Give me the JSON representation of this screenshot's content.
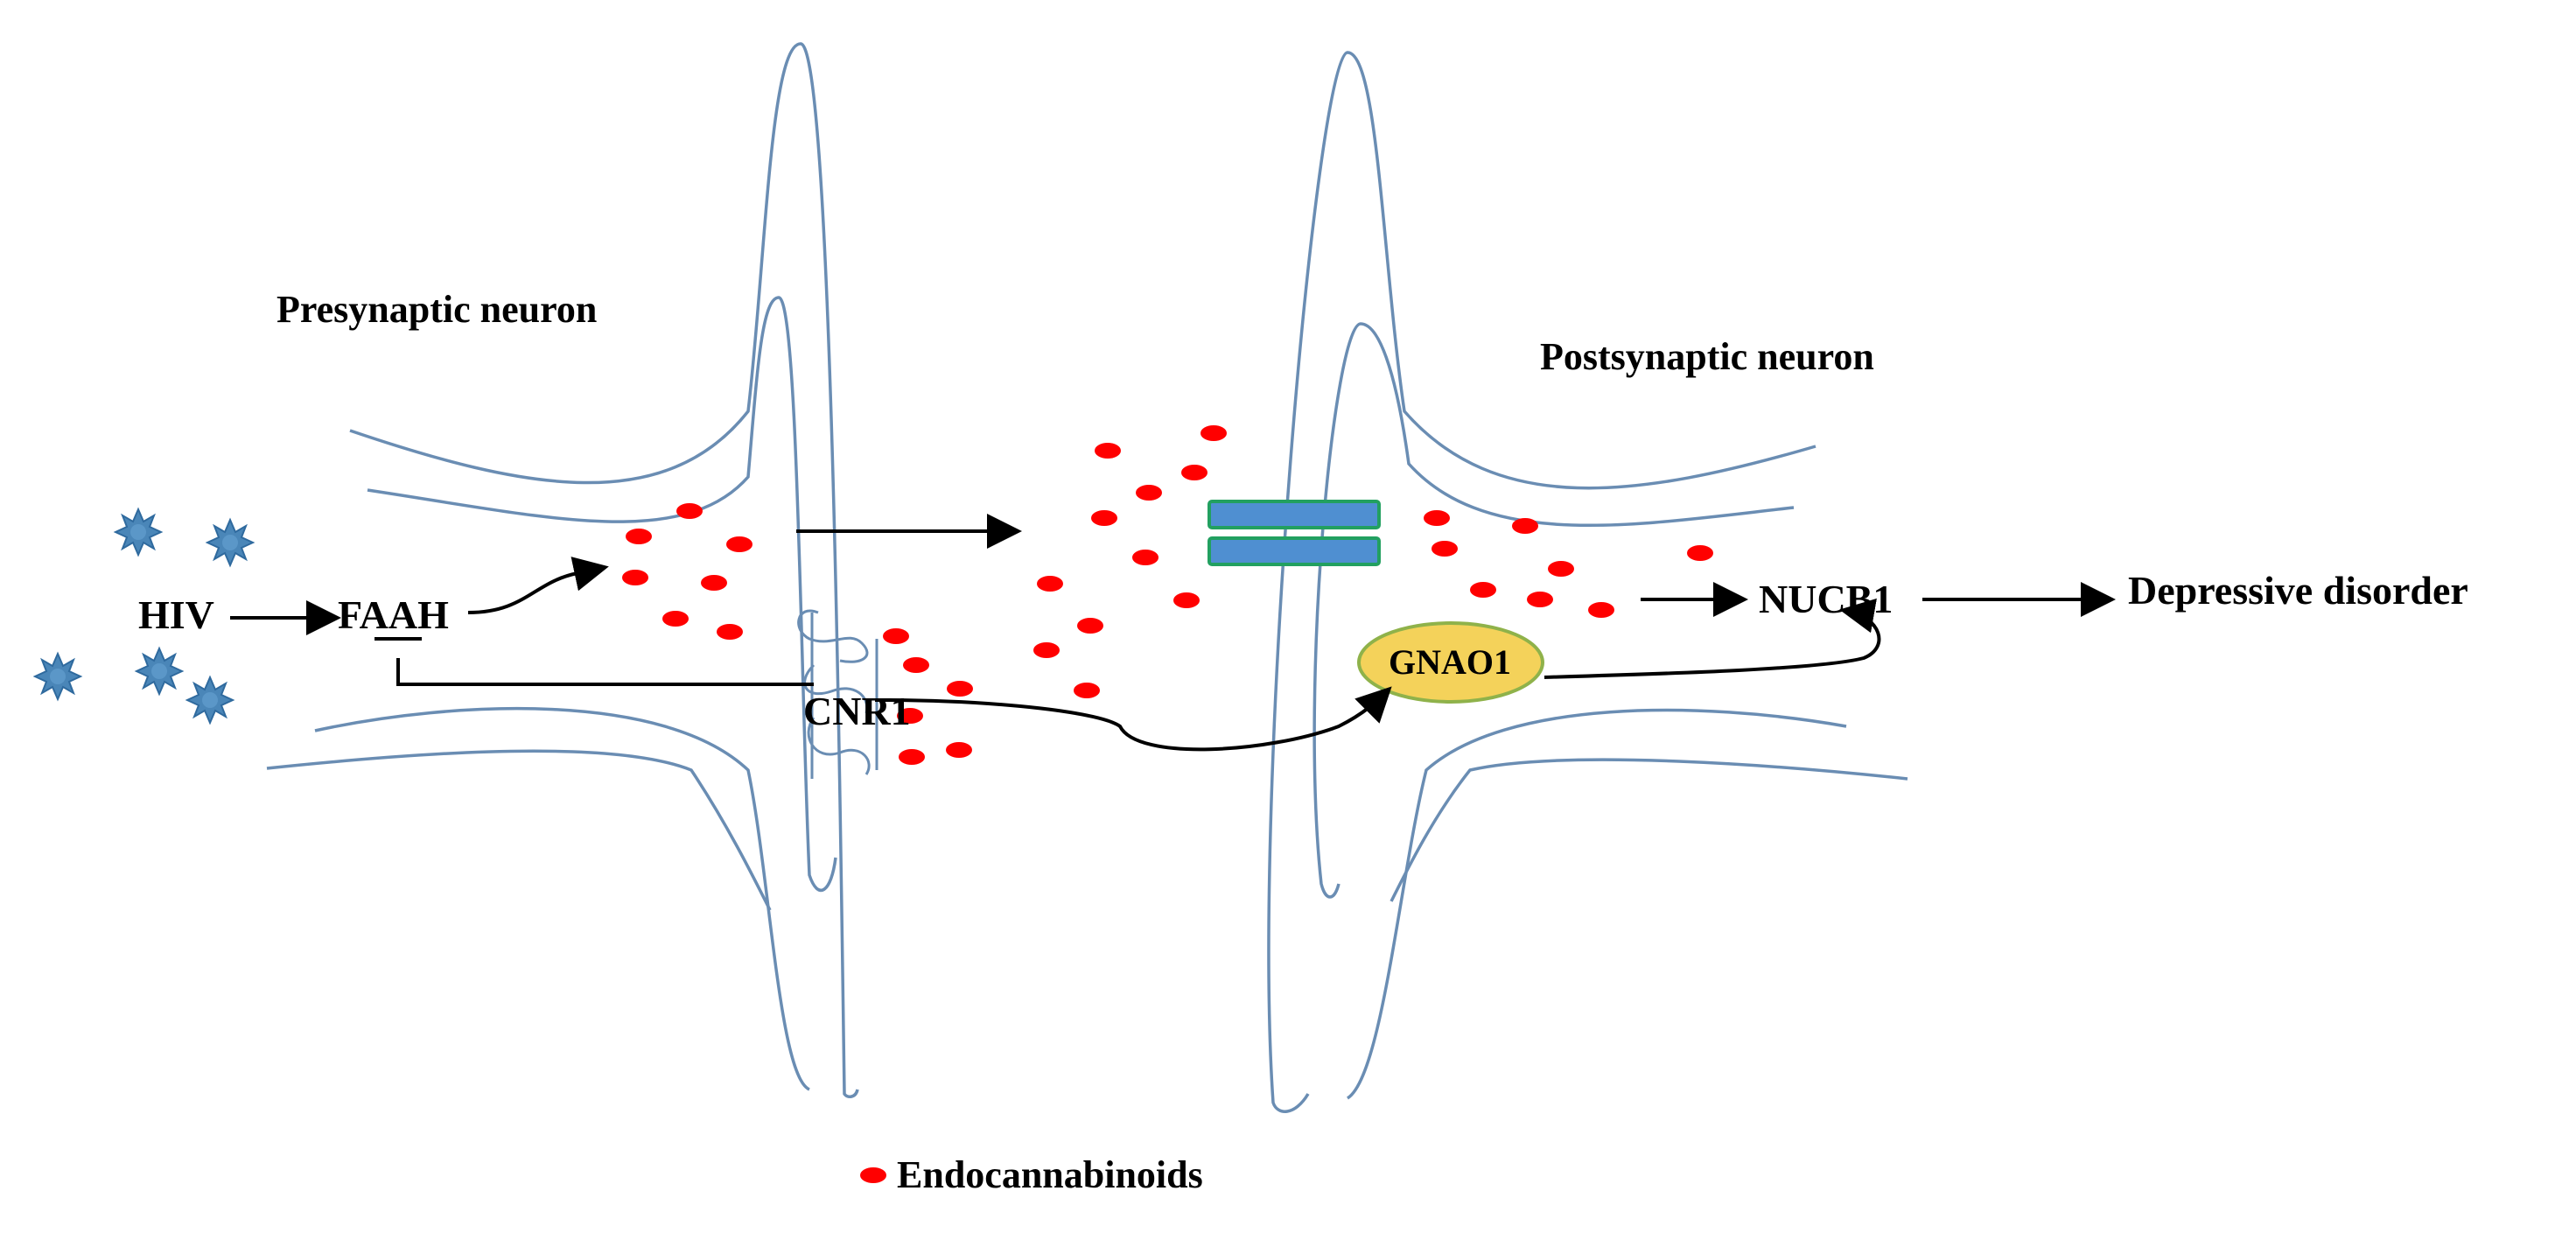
{
  "labels": {
    "presynaptic": "Presynaptic neuron",
    "postsynaptic": "Postsynaptic neuron",
    "hiv": "HIV",
    "faah": "FAAH",
    "cnr1": "CNR1",
    "gnao1": "GNAO1",
    "nucb1": "NUCB1",
    "outcome": "Depressive disorder"
  },
  "legend": {
    "endocannabinoids": "Endocannabinoids"
  },
  "colors": {
    "membrane": "#6a8db3",
    "endocannabinoid": "#ff0000",
    "virus": "#4a86b8",
    "gnao1_fill": "#f4d25a",
    "gnao1_stroke": "#8fb24a",
    "receptor_fill": "#4f8fd1",
    "receptor_stroke": "#22a060"
  },
  "icons": {
    "virus": "spiky-virus-particle",
    "receptor": "postsynaptic-channel-receptor",
    "cnr1": "transmembrane-receptor-coil"
  }
}
